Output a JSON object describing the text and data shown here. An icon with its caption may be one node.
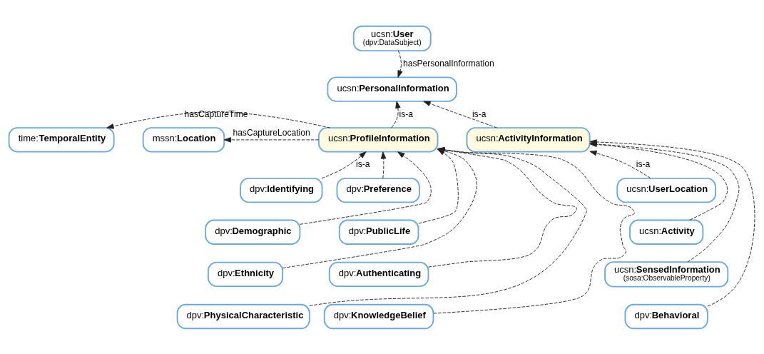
{
  "diagram": {
    "nodes": [
      {
        "text": [
          "ucsn:**User**",
          "(dpv:DataSubject)"
        ]
      },
      {
        "text": [
          "ucsn:**PersonalInformation**"
        ]
      },
      {
        "text": [
          "time:**TemporalEntity**"
        ]
      },
      {
        "text": [
          "ucsn:**ProfileInformation**"
        ]
      },
      {
        "text": [
          "mssn:**Location**"
        ]
      },
      {
        "text": [
          "ucsn:**ActivityInformation**"
        ]
      },
      {
        "text": [
          "ucsn:**UserLocation**"
        ]
      },
      {
        "text": [
          "ucsn:**Activity**"
        ]
      },
      {
        "text": [
          "ucsn:**SensedInformation**",
          "(sosa:ObservableProperty)"
        ]
      },
      {
        "text": [
          "dpv:**Behavioral**"
        ]
      },
      {
        "text": [
          "dpv:**Identifying**"
        ]
      },
      {
        "text": [
          "dpv:**Preference**"
        ]
      },
      {
        "text": [
          "dpv:**Demographic**"
        ]
      },
      {
        "text": [
          "dpv:**PublicLife**"
        ]
      },
      {
        "text": [
          "dpv:**Ethnicity**"
        ]
      },
      {
        "text": [
          "dpv:**Authenticating**"
        ]
      },
      {
        "text": [
          "dpv:**PhysicalCharacteristic**"
        ]
      },
      {
        "text": [
          "dpv:**KnowledgeBelief**"
        ]
      }
    ],
    "edges": [
      {
        "from": 0,
        "to": 1,
        "arrow": "to",
        "style": "dashed",
        "label": "hasPersonalInformation"
      },
      {
        "from": 3,
        "to": 1,
        "arrow": "to",
        "style": "dashed",
        "label": "is-a"
      },
      {
        "from": 5,
        "to": 1,
        "arrow": "to",
        "style": "dashed",
        "label": "is-a"
      },
      {
        "from": 3,
        "to": 2,
        "arrow": "to",
        "style": "dashed",
        "label": "hasCaptureTime"
      },
      {
        "from": 3,
        "to": 4,
        "arrow": "to",
        "style": "dashed",
        "label": "hasCaptureLocation"
      },
      {
        "from": 10,
        "to": 3,
        "arrow": "to",
        "style": "dashed",
        "label": "is-a"
      },
      {
        "from": 11,
        "to": 3,
        "arrow": "to",
        "style": "dashed"
      },
      {
        "from": 12,
        "to": 3,
        "arrow": "to",
        "style": "dashed"
      },
      {
        "from": 13,
        "to": 3,
        "arrow": "to",
        "style": "dashed"
      },
      {
        "from": 14,
        "to": 3,
        "arrow": "to",
        "style": "dashed"
      },
      {
        "from": 15,
        "to": 3,
        "arrow": "to",
        "style": "dashed"
      },
      {
        "from": 16,
        "to": 3,
        "arrow": "to",
        "style": "dashed"
      },
      {
        "from": 17,
        "to": 3,
        "arrow": "to",
        "style": "dashed"
      },
      {
        "from": 6,
        "to": 5,
        "arrow": "to",
        "style": "dashed",
        "label": "is-a"
      },
      {
        "from": 7,
        "to": 5,
        "arrow": "to",
        "style": "dashed"
      },
      {
        "from": 8,
        "to": 5,
        "arrow": "to",
        "style": "dashed"
      },
      {
        "from": 9,
        "to": 5,
        "arrow": "to",
        "style": "dashed"
      }
    ]
  }
}
